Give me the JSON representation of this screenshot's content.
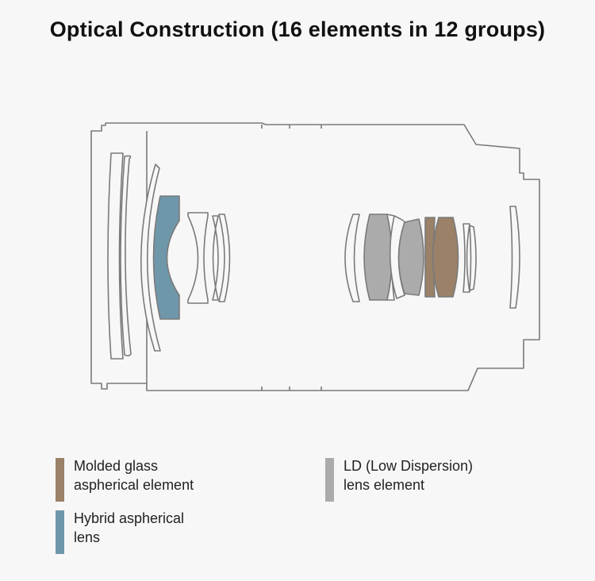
{
  "title": "Optical Construction (16 elements in 12 groups)",
  "colors": {
    "outline": "#7a7a7a",
    "background": "#f7f7f7",
    "molded": "#9a8168",
    "hybrid": "#6f97aa",
    "ld": "#ababab"
  },
  "legend": [
    {
      "label": "Molded glass\naspherical element",
      "color_key": "molded"
    },
    {
      "label": "LD (Low Dispersion)\nlens element",
      "color_key": "ld"
    },
    {
      "label": "Hybrid aspherical\nlens",
      "color_key": "hybrid"
    }
  ]
}
